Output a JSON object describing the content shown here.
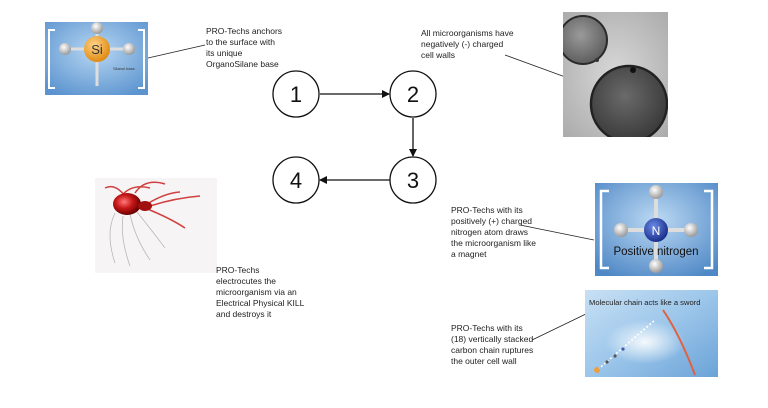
{
  "steps": [
    {
      "number": "1",
      "caption_lines": [
        "PRO-Techs anchors",
        "to the surface with",
        "its unique",
        "OrganoSilane base"
      ]
    },
    {
      "number": "2",
      "caption_lines": [
        "All microorganisms have",
        "negatively (-) charged",
        "cell walls"
      ]
    },
    {
      "number": "3",
      "caption_lines": [
        "PRO-Techs with its",
        "positively (+) charged",
        "nitrogen atom draws",
        "the microorganism like",
        "a magnet"
      ]
    },
    {
      "number": "4",
      "caption_lines": [
        "PRO-Techs",
        "electrocutes the",
        "microorganism via an",
        "Electrical Physical KILL",
        "and destroys it"
      ]
    },
    {
      "number": "",
      "caption_lines": [
        "PRO-Techs with its",
        "(18) vertically stacked",
        "carbon chain ruptures",
        "the outer cell wall"
      ]
    }
  ],
  "images": {
    "silane": {
      "atom": "Si",
      "label": "Silanol base"
    },
    "nitrogen": {
      "atom": "N",
      "label": "Positive nitrogen"
    },
    "sword": {
      "label": "Molecular chain acts like a sword"
    }
  },
  "colors": {
    "silicon": "#f0a030",
    "nitrogen": "#2850b8",
    "panel_blue": "#7fb3e6",
    "membrane": "#e06040"
  }
}
